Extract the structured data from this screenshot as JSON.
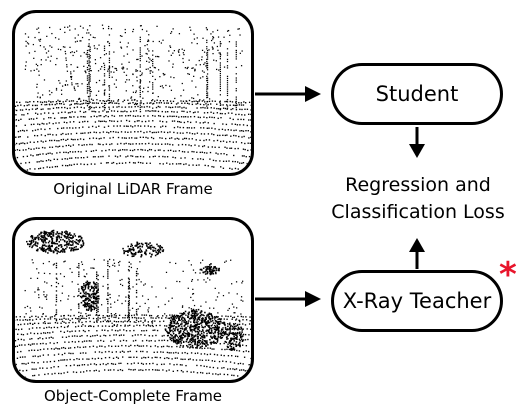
{
  "frames": {
    "original_caption": "Original LiDAR Frame",
    "complete_caption": "Object-Complete Frame"
  },
  "nodes": {
    "student_label": "Student",
    "teacher_label": "X-Ray Teacher",
    "loss_line1": "Regression and",
    "loss_line2": "Classification Loss"
  },
  "marker": {
    "symbol": "*",
    "color": "#e8142b"
  }
}
